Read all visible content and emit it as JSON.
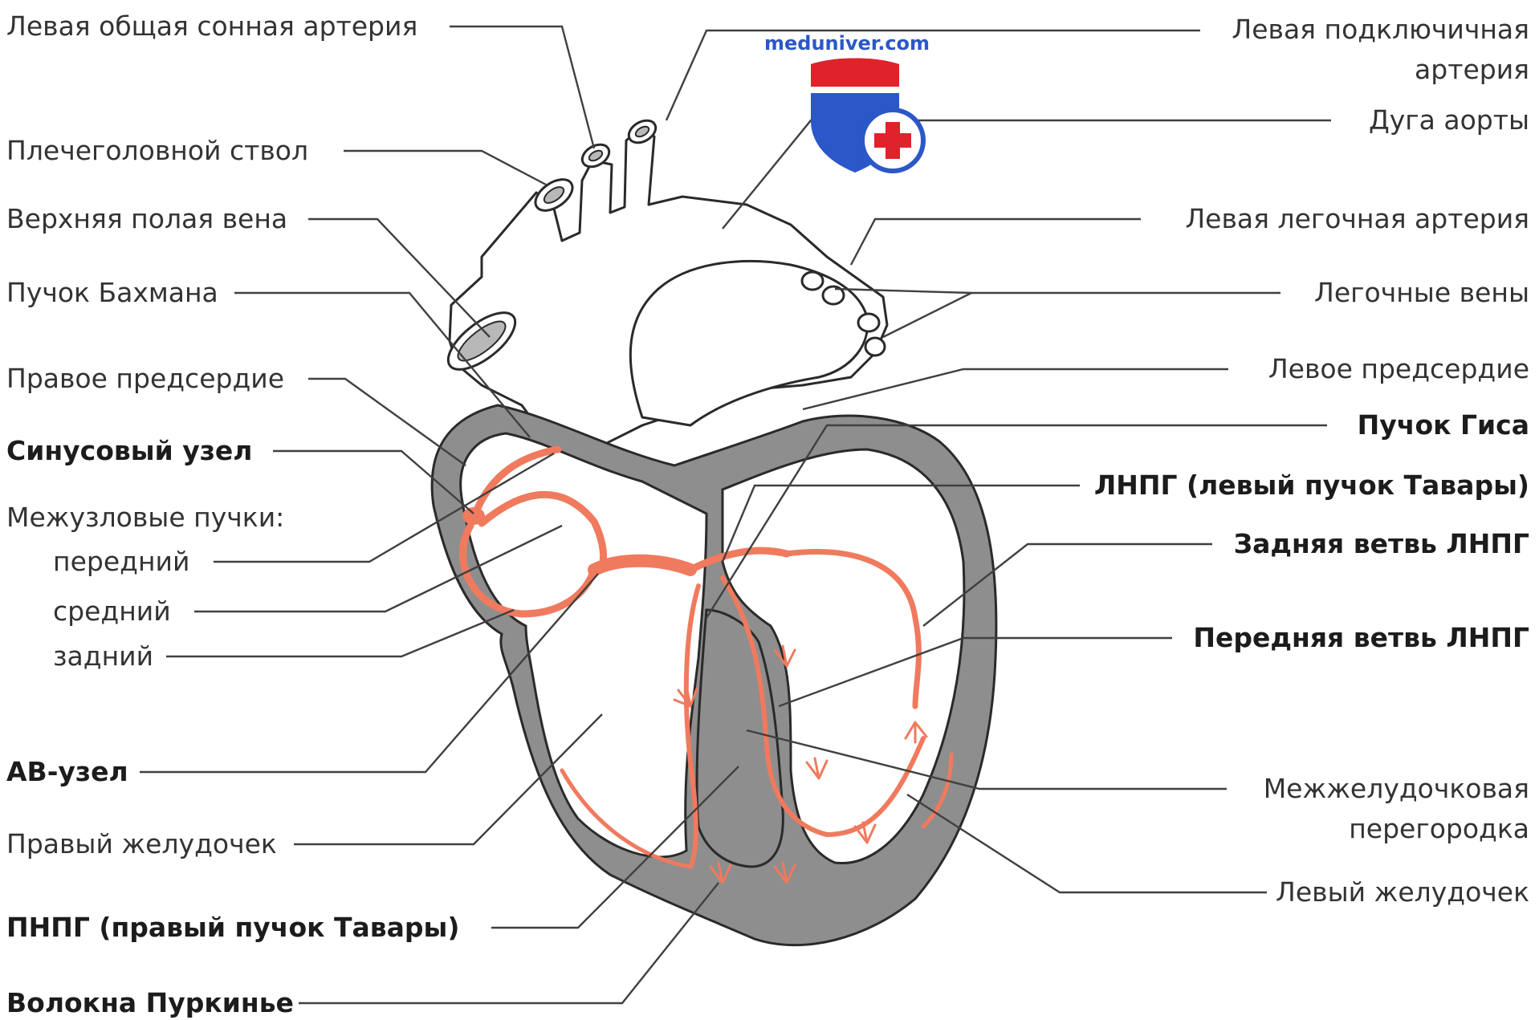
{
  "watermark": {
    "text": "meduniver.com"
  },
  "labels_left": [
    {
      "id": "left-common-carotid",
      "text": "Левая общая сонная артерия"
    },
    {
      "id": "brachiocephalic-trunk",
      "text": "Плечеголовной ствол"
    },
    {
      "id": "superior-vena-cava",
      "text": "Верхняя полая вена"
    },
    {
      "id": "bachmann-bundle",
      "text": "Пучок Бахмана"
    },
    {
      "id": "right-atrium",
      "text": "Правое предсердие"
    },
    {
      "id": "sinus-node",
      "text": "Синусовый узел",
      "bold": true
    },
    {
      "id": "internodal-tracts",
      "text": "Межузловые пучки:"
    },
    {
      "id": "anterior-tract",
      "text": "передний"
    },
    {
      "id": "middle-tract",
      "text": "средний"
    },
    {
      "id": "posterior-tract",
      "text": "задний"
    },
    {
      "id": "av-node",
      "text": "АВ-узел",
      "bold": true
    },
    {
      "id": "right-ventricle",
      "text": "Правый желудочек"
    },
    {
      "id": "right-bundle-branch",
      "text": "ПНПГ (правый пучок Тавары)",
      "bold": true
    },
    {
      "id": "purkinje-fibers",
      "text": "Волокна Пуркинье",
      "bold": true
    }
  ],
  "labels_right": [
    {
      "id": "left-subclavian",
      "lines": [
        "Левая подключичная",
        "артерия"
      ]
    },
    {
      "id": "aortic-arch",
      "lines": [
        "Дуга аорты"
      ]
    },
    {
      "id": "left-pulmonary-artery",
      "lines": [
        "Левая легочная артерия"
      ]
    },
    {
      "id": "pulmonary-veins",
      "lines": [
        "Легочные вены"
      ]
    },
    {
      "id": "left-atrium",
      "lines": [
        "Левое предсердие"
      ]
    },
    {
      "id": "his-bundle",
      "lines": [
        "Пучок Гиса"
      ],
      "bold": true
    },
    {
      "id": "left-bundle-branch",
      "lines": [
        "ЛНПГ (левый пучок Тавары)"
      ],
      "bold": true
    },
    {
      "id": "posterior-fascicle",
      "lines": [
        "Задняя ветвь ЛНПГ"
      ],
      "bold": true
    },
    {
      "id": "anterior-fascicle",
      "lines": [
        "Передняя ветвь ЛНПГ"
      ],
      "bold": true
    },
    {
      "id": "interventricular-septum",
      "lines": [
        "Межжелудочковая",
        "перегородка"
      ]
    },
    {
      "id": "left-ventricle",
      "lines": [
        "Левый желудочек"
      ]
    }
  ],
  "colors": {
    "conduction": "#f07a5e",
    "wall": "#8e8e8e",
    "outline": "#2a2a2a",
    "label": "#333333",
    "watermark_blue": "#2b57c8",
    "watermark_red": "#e0222a"
  }
}
